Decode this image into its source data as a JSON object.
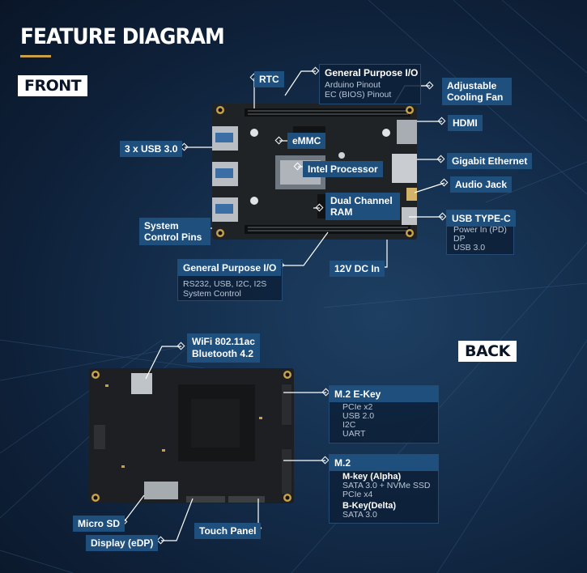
{
  "title": "FEATURE DIAGRAM",
  "front_label": "FRONT",
  "back_label": "BACK",
  "front": {
    "rtc": "RTC",
    "gpio_top": {
      "label": "General Purpose I/O",
      "details": [
        "Arduino Pinout",
        "EC (BIOS) Pinout"
      ]
    },
    "cooling_fan": "Adjustable Cooling Fan",
    "hdmi": "HDMI",
    "usb3": "3 x USB 3.0",
    "emmc": "eMMC",
    "intel": "Intel Processor",
    "gigabit": "Gigabit Ethernet",
    "audio": "Audio Jack",
    "ram": "Dual Channel RAM",
    "system_pins": "System Control Pins",
    "usbc": {
      "label": "USB TYPE-C",
      "details": [
        "Power In (PD)",
        "DP",
        "USB 3.0"
      ]
    },
    "gpio_bottom": {
      "label": "General Purpose I/O",
      "details": [
        "RS232, USB, I2C, I2S",
        "System Control"
      ]
    },
    "dc_in": "12V DC In"
  },
  "back": {
    "wifi": [
      "WiFi 802.11ac",
      "Bluetooth 4.2"
    ],
    "m2e": {
      "label": "M.2 E-Key",
      "details": [
        "PCIe x2",
        "USB 2.0",
        "I2C",
        "UART"
      ]
    },
    "m2": {
      "label": "M.2",
      "mkey": "M-key (Alpha)",
      "mkey_details": [
        "SATA 3.0 + NVMe SSD",
        "PCIe x4"
      ],
      "bkey": "B-Key(Delta)",
      "bkey_details": [
        "SATA 3.0"
      ]
    },
    "microsd": "Micro SD",
    "touch": "Touch Panel",
    "edp": "Display (eDP)"
  }
}
